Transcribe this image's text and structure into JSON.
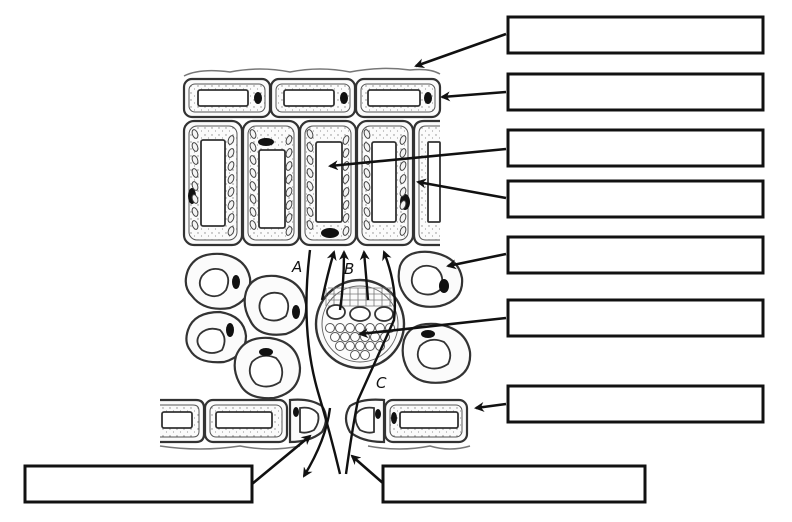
{
  "diagram": {
    "flow_letters": [
      "A",
      "B",
      "C"
    ],
    "label_boxes": [
      "",
      "",
      "",
      "",
      "",
      "",
      "",
      "",
      ""
    ]
  }
}
